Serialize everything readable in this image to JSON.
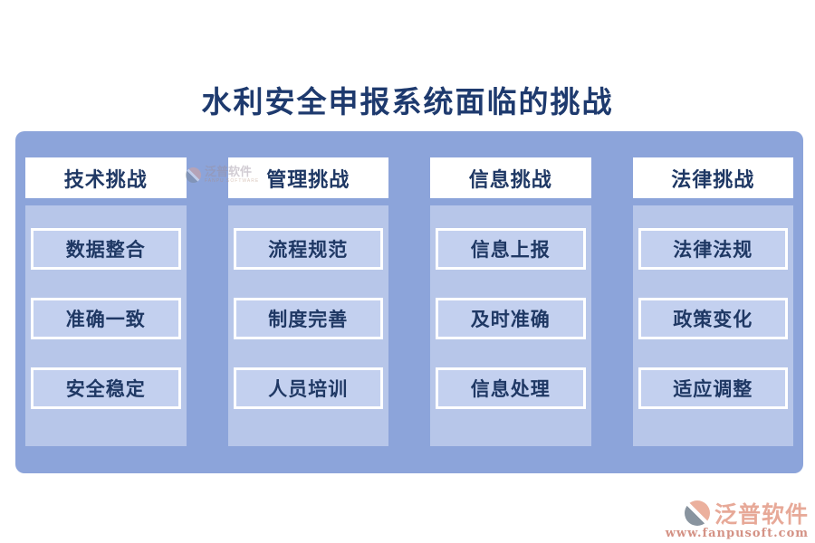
{
  "title": "水利安全申报系统面临的挑战",
  "columns": [
    {
      "header": "技术挑战",
      "items": [
        "数据整合",
        "准确一致",
        "安全稳定"
      ]
    },
    {
      "header": "管理挑战",
      "items": [
        "流程规范",
        "制度完善",
        "人员培训"
      ]
    },
    {
      "header": "信息挑战",
      "items": [
        "信息上报",
        "及时准确",
        "信息处理"
      ]
    },
    {
      "header": "法律挑战",
      "items": [
        "法律法规",
        "政策变化",
        "适应调整"
      ]
    }
  ],
  "watermark": {
    "brand": "泛普软件",
    "subcaption": "FANPU SOFTWARE",
    "url": "www.fanpusoft.com"
  },
  "colors": {
    "board_blue": "#8ca4da",
    "panel_blue": "#b7c6e9",
    "item_fill": "#c3d0ef",
    "text_navy": "#1f3864",
    "title_navy": "#1e3a6e",
    "brand_salmon": "#e39b87",
    "url_coral": "#cd7f70"
  }
}
